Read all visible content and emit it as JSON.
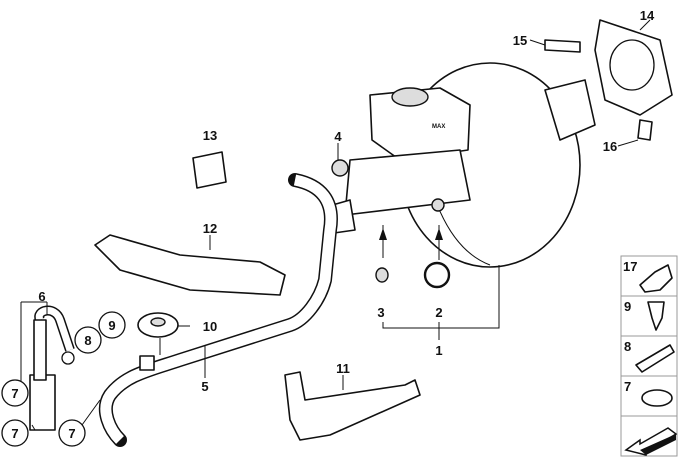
{
  "diagram": {
    "callouts": {
      "c1": "1",
      "c2": "2",
      "c3": "3",
      "c4": "4",
      "c5": "5",
      "c6": "6",
      "c7a": "7",
      "c7b": "7",
      "c7c": "7",
      "c8": "8",
      "c9": "9",
      "c10": "10",
      "c11": "11",
      "c12": "12",
      "c13": "13",
      "c14": "14",
      "c15": "15",
      "c16": "16"
    },
    "legend": [
      "17",
      "9",
      "8",
      "7"
    ],
    "reservoir_mark": "MAX"
  }
}
